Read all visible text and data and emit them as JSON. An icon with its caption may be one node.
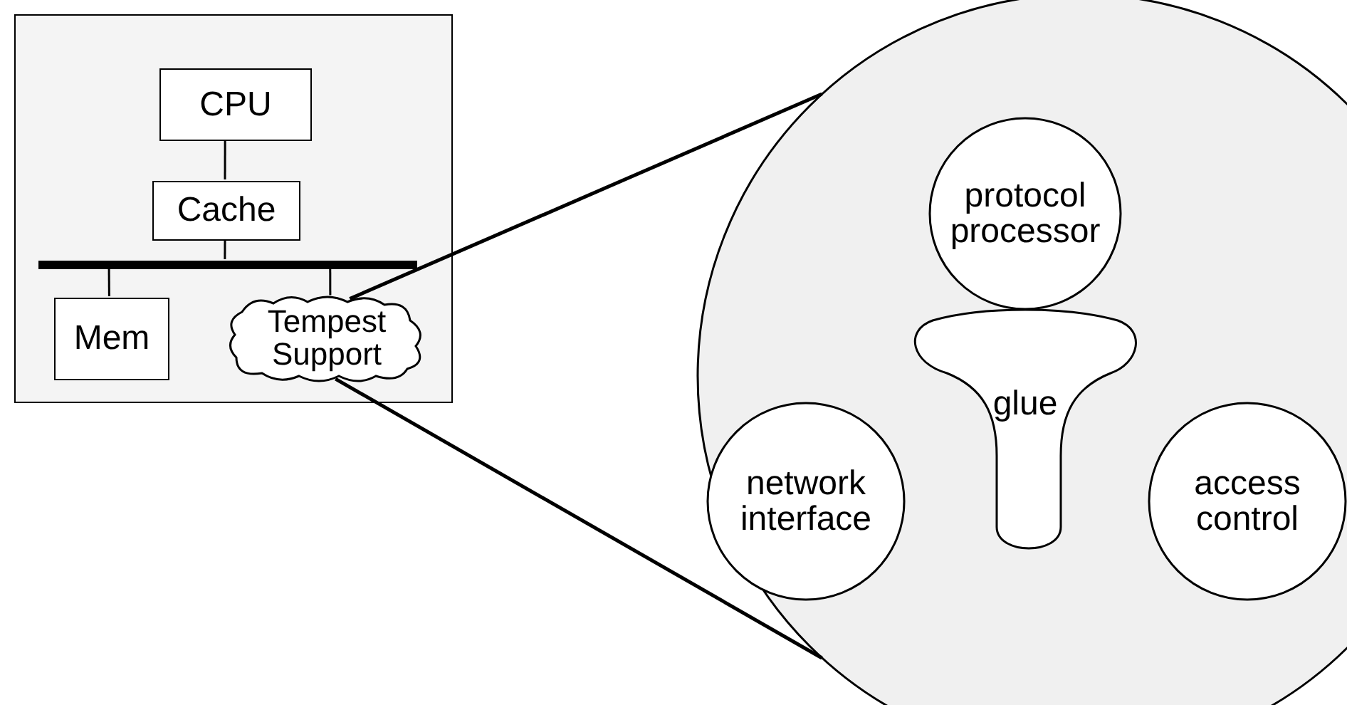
{
  "diagram": {
    "nodes": [
      {
        "text": [],
        "shape": "box"
      },
      {
        "text": [
          "CPU"
        ],
        "in": 0
      },
      {
        "text": [
          "Cache"
        ],
        "in": 0
      },
      {
        "text": [],
        "shape": "bar",
        "in": 0
      },
      {
        "text": [
          "Mem"
        ],
        "in": 0
      },
      {
        "text": [
          "Tempest Support"
        ],
        "in": 0
      },
      {
        "text": [],
        "shape": "circle"
      },
      {
        "text": [
          "protocol processor"
        ],
        "in": 6
      },
      {
        "text": [
          "glue"
        ],
        "in": 6
      },
      {
        "text": [
          "network interface"
        ],
        "in": 6
      },
      {
        "text": [
          "access control"
        ],
        "in": 6
      }
    ],
    "edges": [
      {
        "from": 1,
        "to": 2,
        "arrow": "none"
      },
      {
        "from": 2,
        "to": 3,
        "arrow": "none"
      },
      {
        "from": 3,
        "to": 4,
        "arrow": "none"
      },
      {
        "from": 3,
        "to": 5,
        "arrow": "none"
      },
      {
        "from": 5,
        "to": 6,
        "arrow": "none"
      },
      {
        "from": 5,
        "to": 6,
        "arrow": "none"
      }
    ]
  }
}
